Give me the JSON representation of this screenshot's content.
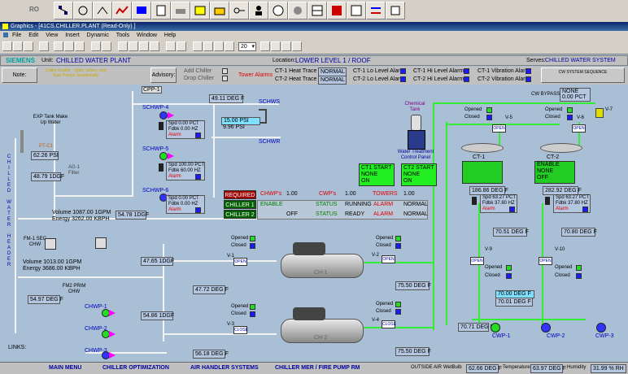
{
  "app": {
    "logo": "RO",
    "window_title": "Graphics - [41CS.CHILLER.PLANT (Read-Only) ]",
    "zoom": "20"
  },
  "menu": [
    "File",
    "Edit",
    "View",
    "Insert",
    "Dynamic",
    "Tools",
    "Window",
    "Help"
  ],
  "header": {
    "brand": "SIEMENS",
    "unit_label": "Unit:",
    "unit": "CHILLED WATER PLANT",
    "location_label": "Location:",
    "location": "LOWER LEVEL 1 / ROOF",
    "serves_label": "Serves:",
    "serves": "CHILLED WATER SYSTEM"
  },
  "info": {
    "note": "Note:",
    "note_text": "Chiller Enable - Open Valves, and Start Pumps Sequentially",
    "advisory": "Advisory:",
    "add_chiller": "Add Chiller",
    "drop_chiller": "Drop Chiller",
    "tower_alarms": "Tower Alarms",
    "cw_seq": "CW SYSTEM SEQUENCE",
    "ct1_heat": "CT-1 Heat Trace",
    "ct1_heat_val": "NORMAL",
    "ct2_heat": "CT-2 Heat Trace",
    "ct2_heat_val": "NORMAL",
    "ct1_lo": "CT-1 Lo Level Alarm",
    "ct2_lo": "CT-2 Lo Level Alarm",
    "ct1_hi": "CT-1 Hi Level Alarm",
    "ct2_hi": "CT-2 Hi Level Alarm",
    "ct1_vib": "CT-1 Vibration Alarm",
    "ct2_vib": "CT-2 Vibration Alarm"
  },
  "left": {
    "exp_tank": "EXP Tank Make Up Water",
    "pt_c1": "PT-C1",
    "psi_label": "62.26 PSI",
    "ag1": "AG-1 Filter",
    "temp1": "48.79 1DGF",
    "vertical": "CHILLED WATER HEADER",
    "volume1": "Volume 1087.00 1GPM",
    "energy1": "Energy 3262.00 KBPH",
    "fm1": "FM-1 SEC CHW",
    "volume2": "Volume 1013.00 1GPM",
    "energy2": "Energy 3686.00 KBPH",
    "fm2": "FM2 PRIM CHW",
    "temp2": "54.97 DEG F",
    "links": "LINKS:"
  },
  "sec_pumps": {
    "cpp": "CPP-1",
    "p4": "SCHWP-4",
    "p5": "SCHWP-5",
    "p6": "SCHWP-6",
    "p4_spd": "Spd 0.00 PCT",
    "p4_fdbk": "Fdbk 0.00 HZ",
    "p5_spd": "Spd 100.00 PCT",
    "p5_fdbk": "Fdbk 60.00 HZ",
    "p6_spd": "Spd 0.00 PCT",
    "p6_fdbk": "Fdbk 0.00 HZ",
    "alarm": "Alarm",
    "temp_top": "49.11 DEG F",
    "schws": "SCHWS",
    "schwr": "SCHWR",
    "psi1": "15.00 PSI",
    "psi2": "9.96 PSI",
    "temp_mid": "54.78 1DGF"
  },
  "status": {
    "required": "REQUIRED",
    "chwp_label": "CHWP's",
    "chwp_val": "1.00",
    "cwp_label": "CWP's",
    "cwp_val": "1.00",
    "towers": "TOWERS",
    "towers_val": "1.00",
    "chiller1": "CHILLER 1",
    "ch1_state": "ENABLE",
    "ch1_status_lbl": "STATUS",
    "ch1_status": "RUNNING",
    "ch1_alarm": "ALARM",
    "ch1_alarm_val": "NORMAL",
    "chiller2": "CHILLER 2",
    "ch2_state": "OFF",
    "ch2_status_lbl": "STATUS",
    "ch2_status": "READY",
    "ch2_alarm": "ALARM",
    "ch2_alarm_val": "NORMAL"
  },
  "wt": {
    "chem": "Chemical Tank",
    "panel": "Water Treatment Control Panel",
    "ct1_start": "CT1 START",
    "ct1_none": "NONE",
    "ct1_on": "ON",
    "ct2_start": "CT2 START",
    "ct2_none": "NONE",
    "ct2_on": "ON"
  },
  "towers": {
    "ct1": "CT-1",
    "ct2": "CT-2",
    "ct2_enable": "ENABLE",
    "ct2_none": "NONE",
    "ct2_off": "OFF",
    "bypass": "CW BYPASS",
    "bypass_none": "NONE",
    "bypass_val": "0.00 PCT",
    "v7": "V-7",
    "ct1_temp": "186.86 DEG F",
    "ct2_temp": "282.92 DEG F",
    "ct1_spd": "Spd 63.27 PCT",
    "ct1_fdbk": "Fdbk 37.80 HZ",
    "ct2_spd": "Spd 63.27 PCT",
    "ct2_fdbk": "Fdbk 37.80 HZ",
    "alarm": "Alarm",
    "v5": "V-5",
    "v6": "V-6",
    "v9": "V-9",
    "v10": "V-10",
    "open": "OPEN",
    "opened": "Opened",
    "closed": "Closed",
    "t_v9": "70.51 DEG F",
    "t_v10": "70.80 DEG F",
    "t_low1": "70.00 DEG F",
    "t_low2": "70.01 DEG F",
    "t_left": "70.71 DEG F",
    "cwp1": "CWP-1",
    "cwp2": "CWP-2",
    "cwp3": "CWP-3"
  },
  "chillers": {
    "ch1": "CH-1",
    "ch2": "CH-2",
    "v1": "V-1",
    "v2": "V-2",
    "v3": "V-3",
    "v4": "V-4",
    "open": "OPEN",
    "close": "CLOSE",
    "opened": "Opened",
    "closed": "Closed",
    "t1": "47.65 1DGF",
    "t2": "47.72 DEG F",
    "t3": "75.50 DEG F",
    "t4": "54.86 1DGF",
    "t5": "56.18 DEG F",
    "t6": "75.50 DEG F"
  },
  "prim_pumps": {
    "p1": "CHWP-1",
    "p2": "CHWP-2",
    "p3": "CHWP-3"
  },
  "statusbar": {
    "main": "MAIN MENU",
    "opt": "CHILLER OPTIMIZATION",
    "ahu": "AIR HANDLER SYSTEMS",
    "mer": "CHILLER MER / FIRE PUMP RM",
    "oa": "OUTSIDE AIR",
    "wb": "WetBulb",
    "wb_val": "62.66 DEG F",
    "temp": "Temperature",
    "temp_val": "63.97 DEG F",
    "hum": "Humidity",
    "hum_val": "31.99 % RH"
  },
  "colors": {
    "background": "#a9bfd6",
    "pipe": "#f2f2f2",
    "cw_pipe": "#33ee33",
    "status_green": "#22dd22",
    "alarm_blue": "#1a1aff",
    "title": "#0a246a"
  }
}
